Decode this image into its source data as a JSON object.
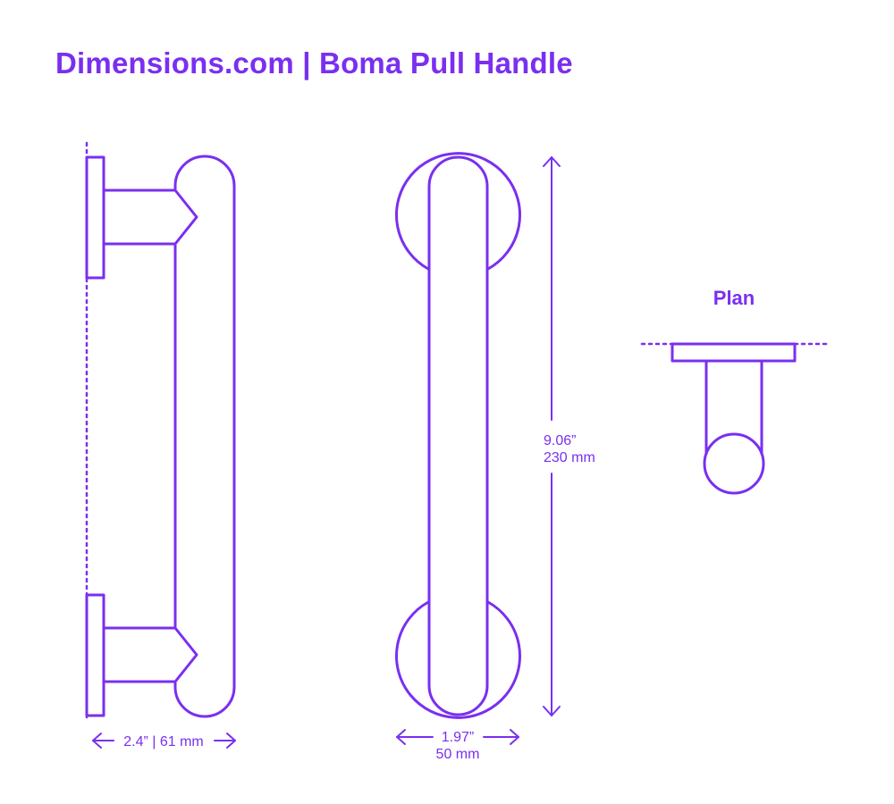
{
  "title": "Dimensions.com | Boma Pull Handle",
  "colors": {
    "line": "#7a2ff0",
    "background": "#ffffff"
  },
  "views": {
    "side": {
      "width_label": "2.4” | 61 mm"
    },
    "front": {
      "height_in": "9.06”",
      "height_mm": "230 mm",
      "width_in": "1.97”",
      "width_mm": "50 mm"
    },
    "plan": {
      "title": "Plan"
    }
  }
}
